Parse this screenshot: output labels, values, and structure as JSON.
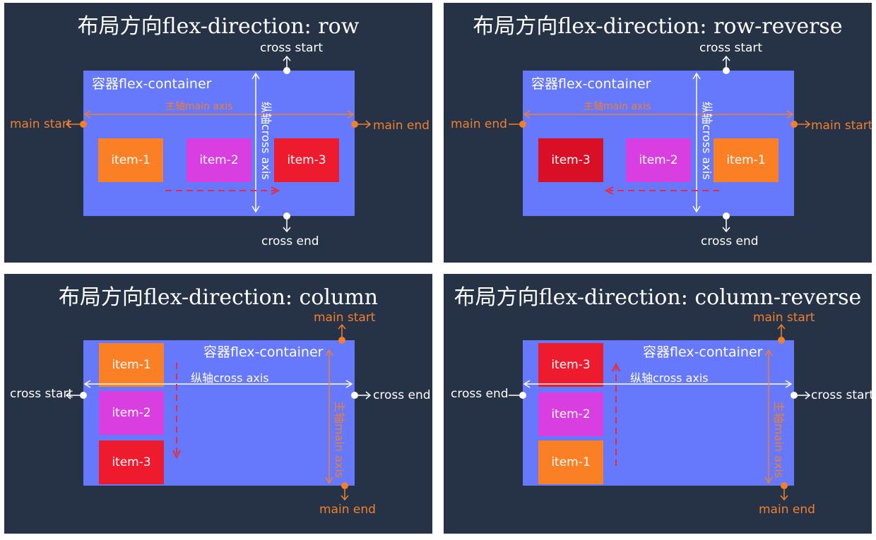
{
  "colors": {
    "panel_bg": "#263347",
    "container": "#6678fb",
    "accent_orange": "#f07f2e",
    "item_orange": "#fb7f25",
    "item_magenta": "#d93fe0",
    "item_red": "#ee1b2e",
    "item_red_dark": "#d90f25",
    "dashed_red": "#ea2a3a",
    "white": "#ffffff"
  },
  "panels": [
    {
      "title": "布局方向flex-direction: row",
      "container_label": "容器flex-container",
      "main_axis_label": "主轴main axis",
      "cross_axis_label": "纵轴cross axis",
      "main_start": "main start",
      "main_end": "main end",
      "cross_start": "cross start",
      "cross_end": "cross end",
      "items": [
        "item-1",
        "item-2",
        "item-3"
      ]
    },
    {
      "title": "布局方向flex-direction: row-reverse",
      "container_label": "容器flex-container",
      "main_axis_label": "主轴main axis",
      "cross_axis_label": "纵轴cross axis",
      "main_start": "main start",
      "main_end": "main end",
      "cross_start": "cross start",
      "cross_end": "cross end",
      "items": [
        "item-3",
        "item-2",
        "item-1"
      ]
    },
    {
      "title": "布局方向flex-direction: column",
      "container_label": "容器flex-container",
      "main_axis_label": "主轴main axis",
      "cross_axis_label": "纵轴cross axis",
      "main_start": "main start",
      "main_end": "main end",
      "cross_start": "cross start",
      "cross_end": "cross end",
      "items": [
        "item-1",
        "item-2",
        "item-3"
      ]
    },
    {
      "title": "布局方向flex-direction: column-reverse",
      "container_label": "容器flex-container",
      "main_axis_label": "主轴main axis",
      "cross_axis_label": "纵轴cross axis",
      "main_start": "main start",
      "main_end": "main end",
      "cross_start": "cross start",
      "cross_end": "cross end",
      "items": [
        "item-3",
        "item-2",
        "item-1"
      ]
    }
  ]
}
